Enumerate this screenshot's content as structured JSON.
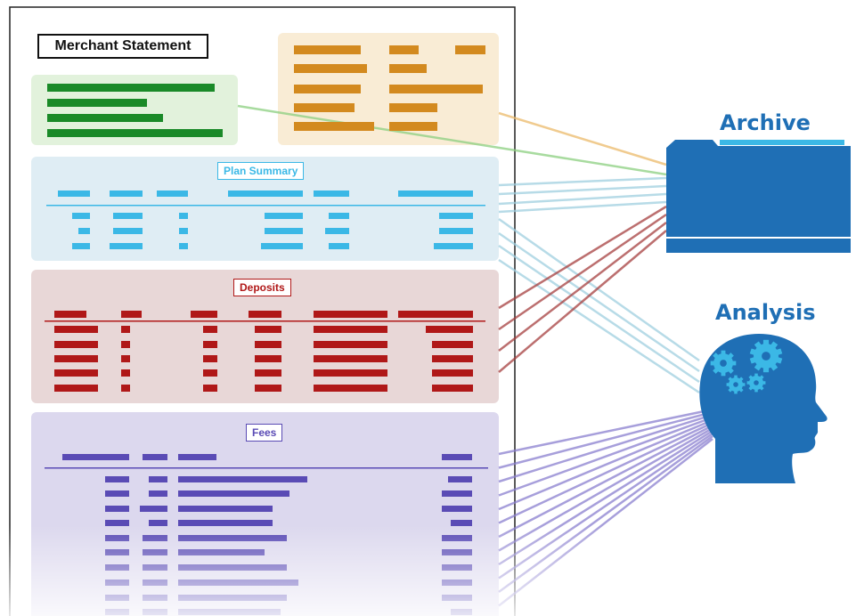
{
  "document": {
    "title": "Merchant Statement",
    "sections": {
      "plan_summary": "Plan Summary",
      "deposits": "Deposits",
      "fees": "Fees"
    }
  },
  "destinations": {
    "archive": "Archive",
    "analysis": "Analysis"
  },
  "colors": {
    "merchant_info": "#1a8a28",
    "account_info": "#d38a1f",
    "plan_summary": "#3bb8e6",
    "deposits": "#b01818",
    "fees": "#5a4bb5",
    "destination": "#1f6fb5"
  },
  "icons": [
    "folder-icon",
    "head-gears-icon"
  ]
}
